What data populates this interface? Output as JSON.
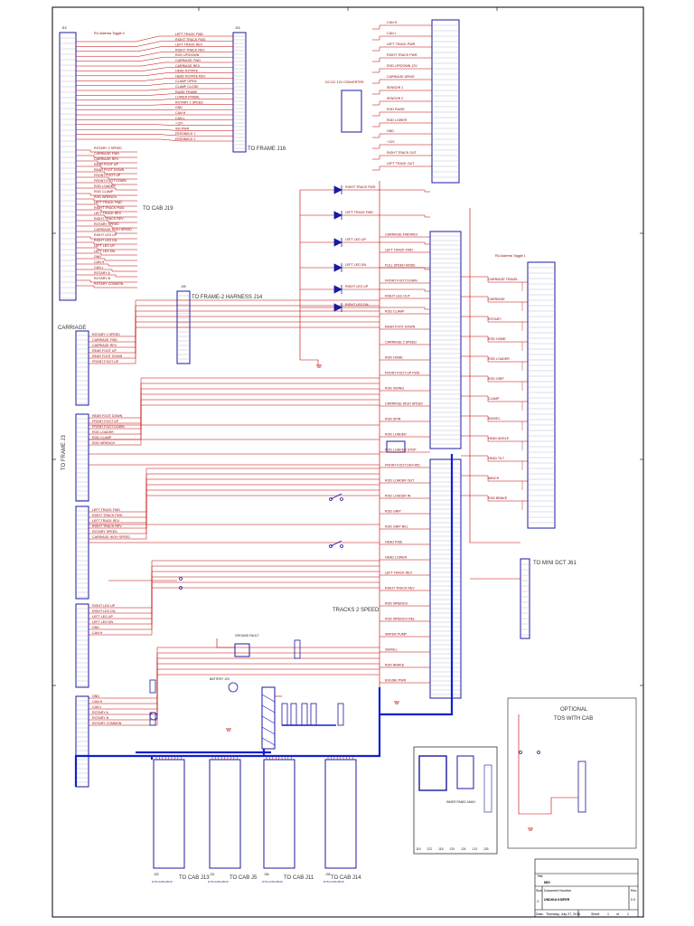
{
  "colors": {
    "wire": "#c00000",
    "bus": "#1020d0",
    "part": "#1a1aa0",
    "border": "#000000",
    "optional_box": "#555555"
  },
  "connectors": {
    "left_top": {
      "ref": "J15",
      "title": ""
    },
    "to_frame_j16": {
      "ref": "J16",
      "title": "TO FRAME J16"
    },
    "to_cab_j19": {
      "title": "TO CAB J19"
    },
    "to_frame2_harness_j14": {
      "ref": "J26",
      "title": "TO FRAME-2 HARNESS J14"
    },
    "carriage": {
      "title": "CARRIAGE"
    },
    "to_frame_j3": {
      "title": "TO FRAME J3"
    },
    "to_mini_dct": {
      "title": "TO MINI DCT J61"
    },
    "to_cab_bottom": [
      {
        "ref": "J33",
        "title": "TO CAB J13"
      },
      {
        "ref": "J31",
        "title": "TO CAB J5"
      },
      {
        "ref": "J36",
        "title": "TO CAB J11"
      },
      {
        "ref": "J35",
        "title": "TO CAB J14"
      }
    ],
    "bottom_part_label": "DTM-12PA-B016"
  },
  "modules": {
    "dc_converter": "DC-DC 12V CONVERTER",
    "optional": {
      "line1": "OPTIONAL",
      "line2": "TOS WITH CAB"
    },
    "panel_caption": "INNER PANEL MAIN",
    "bottom_strip": [
      "J19",
      "J22",
      "J18",
      "J20",
      "J24",
      "J13",
      "J25"
    ]
  },
  "annotations": {
    "addr_top": "RU Address Toggle 0",
    "addr_right": "RU Address Toggle 1",
    "tracks_speed": "TRACKS 2 SPEED",
    "battery": "BATTERY 12V",
    "ground_fault": "GROUND FAULT"
  },
  "left_top_signals": [
    "LEFT TRACK FWD",
    "RIGHT TRACK FWD",
    "LEFT TRACK REV",
    "RIGHT TRACK REV",
    "ROD UP/DOWN",
    "CARRIAGE FWD",
    "CARRIAGE REV",
    "HEAD ROTATE",
    "HEAD ROTATE REV",
    "CLAMP OPEN",
    "CLAMP CLOSE",
    "RAISE FRAME",
    "LOWER FRAME",
    "ROTARY 2 SPEED",
    "GND",
    "CAN H",
    "CAN L",
    "+12V",
    "SW PWR",
    "FEEDBACK 1",
    "FEEDBACK 2"
  ],
  "right_can_signals": [
    "CAN H",
    "CAN L",
    "LEFT TRACK PWR",
    "RIGHT TRACK PWR",
    "ROD UP/DOWN 12V",
    "CARRIAGE DRIVE",
    "SENSOR 1",
    "SENSOR 2",
    "ROD RAISE",
    "ROD LOWER",
    "GND",
    "+12V",
    "RIGHT TRACK OUT",
    "LEFT TRACK OUT"
  ],
  "diode_labels": [
    "RIGHT TRACK FWD",
    "LEFT TRACK FWD",
    "LEFT LEG UP",
    "LEFT LEG DN",
    "RIGHT LEG UP",
    "RIGHT LEG DN"
  ],
  "mid_signals": [
    "CARRIAGE FWD/REV",
    "LEFT TRACK FWD",
    "FULL SPEED MODE",
    "FRONT FOOT DOWN",
    "RIGHT LEG OUT",
    "ROD CLAMP",
    "REAR FOOT DOWN",
    "CARRIAGE 2 SPEED",
    "ROD HOME",
    "FRONT FOOT UP FWD",
    "ROD SWING",
    "CARRIAGE HIGH SPEED",
    "ROD SPIN",
    "ROD LOADER",
    "ROD LOADER STOP",
    "FRONT FOOT DN FWD",
    "ROD LOADER OUT",
    "ROD LOADER IN",
    "ROD GRIP",
    "ROD GRIP REL",
    "HEAD RISE",
    "HEAD LOWER",
    "LEFT TRACK REV",
    "RIGHT TRACK REV",
    "ROD WRENCH",
    "ROD WRENCH REL",
    "WATER PUMP",
    "SWIVEL",
    "ROD BRAKE",
    "ENGINE PWR"
  ],
  "right_module_signals": [
    "CARRIAGE TRAVEL",
    "CARRIAGE",
    "ROTARY",
    "ROD HOME",
    "ROD LOADER",
    "ROD GRIP",
    "CLAMP",
    "SWIVEL",
    "HEAD ANGLE",
    "HEAD TILT",
    "WINCH",
    "ROD BRAKE"
  ],
  "left_mid_signals": [
    "ROTARY 2 SPEED",
    "CARRIAGE FWD",
    "CARRIAGE REV",
    "REAR FOOT UP",
    "REAR FOOT DOWN",
    "FRONT FOOT UP",
    "FRONT FOOT DOWN",
    "ROD LOADER",
    "ROD CLAMP",
    "ROD WRENCH",
    "LEFT TRACK FWD",
    "RIGHT TRACK FWD",
    "LEFT TRACK REV",
    "RIGHT TRACK REV",
    "ROTARY SPEED",
    "CARRIAGE HIGH SPEED",
    "RIGHT LEG UP",
    "RIGHT LEG DN",
    "LEFT LEG UP",
    "LEFT LEG DN",
    "GND",
    "CAN H",
    "CAN L",
    "ROTARY A",
    "ROTARY B",
    "ROTARY COMMON"
  ],
  "title_block": {
    "title_label": "Title",
    "title": "MDI",
    "size_label": "Size",
    "size": "C",
    "doc_label": "Document Number",
    "doc_number": "UNDIGA KSIFER",
    "rev_label": "Rev",
    "rev": "0.0",
    "date_label": "Date:",
    "date": "Thursday, July 27, 2016",
    "sheet_label": "Sheet",
    "sheet": "1",
    "of_label": "of",
    "of": "1"
  }
}
